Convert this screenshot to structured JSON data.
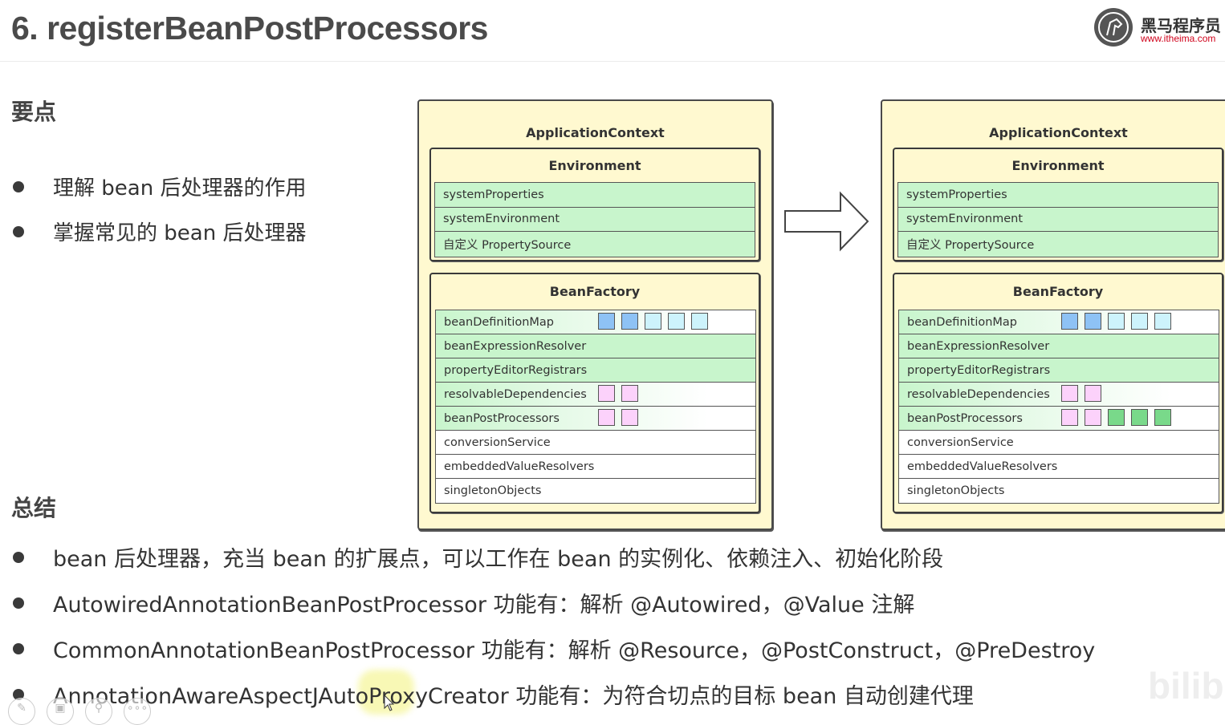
{
  "header": {
    "title": "6. registerBeanPostProcessors",
    "logo": {
      "icon": "horse-head-icon",
      "name_cn": "黑马程序员",
      "url_text": "www.itheima.com"
    }
  },
  "key_points": {
    "heading": "要点",
    "items": [
      "理解 bean 后处理器的作用",
      "掌握常见的 bean 后处理器"
    ]
  },
  "summary": {
    "heading": "总结",
    "items": [
      "bean 后处理器，充当 bean 的扩展点，可以工作在 bean 的实例化、依赖注入、初始化阶段",
      "AutowiredAnnotationBeanPostProcessor 功能有：解析 @Autowired，@Value 注解",
      "CommonAnnotationBeanPostProcessor 功能有：解析 @Resource，@PostConstruct，@PreDestroy",
      "AnnotationAwareAspectJAutoProxyCreator 功能有：为符合切点的目标 bean 自动创建代理"
    ]
  },
  "diagram": {
    "arrow_icon": "right-arrow-icon",
    "colors": {
      "context_bg": "#fff9d0",
      "row_green": "#c8f5cc",
      "blue": "#8ec2f5",
      "light_blue": "#cdf3fc",
      "pink": "#fcd2fb",
      "green": "#79d98a"
    },
    "before": {
      "title": "ApplicationContext",
      "environment": {
        "title": "Environment",
        "rows": [
          "systemProperties",
          "systemEnvironment",
          "自定义 PropertySource"
        ]
      },
      "bean_factory": {
        "title": "BeanFactory",
        "rows": [
          {
            "label": "beanDefinitionMap",
            "style": "fade",
            "boxes": [
              "blue",
              "blue",
              "lightblue",
              "lightblue",
              "lightblue"
            ]
          },
          {
            "label": "beanExpressionResolver",
            "style": "green",
            "boxes": []
          },
          {
            "label": "propertyEditorRegistrars",
            "style": "green",
            "boxes": []
          },
          {
            "label": "resolvableDependencies",
            "style": "fade",
            "boxes": [
              "pink",
              "pink"
            ]
          },
          {
            "label": "beanPostProcessors",
            "style": "fade",
            "boxes": [
              "pink",
              "pink"
            ]
          },
          {
            "label": "conversionService",
            "style": "white",
            "boxes": []
          },
          {
            "label": "embeddedValueResolvers",
            "style": "white",
            "boxes": []
          },
          {
            "label": "singletonObjects",
            "style": "white",
            "boxes": []
          }
        ]
      }
    },
    "after": {
      "title": "ApplicationContext",
      "environment": {
        "title": "Environment",
        "rows": [
          "systemProperties",
          "systemEnvironment",
          "自定义 PropertySource"
        ]
      },
      "bean_factory": {
        "title": "BeanFactory",
        "rows": [
          {
            "label": "beanDefinitionMap",
            "style": "fade",
            "boxes": [
              "blue",
              "blue",
              "lightblue",
              "lightblue",
              "lightblue"
            ]
          },
          {
            "label": "beanExpressionResolver",
            "style": "green",
            "boxes": []
          },
          {
            "label": "propertyEditorRegistrars",
            "style": "green",
            "boxes": []
          },
          {
            "label": "resolvableDependencies",
            "style": "fade",
            "boxes": [
              "pink",
              "pink"
            ]
          },
          {
            "label": "beanPostProcessors",
            "style": "fade",
            "boxes": [
              "pink",
              "pink",
              "green",
              "green",
              "green"
            ]
          },
          {
            "label": "conversionService",
            "style": "white",
            "boxes": []
          },
          {
            "label": "embeddedValueResolvers",
            "style": "white",
            "boxes": []
          },
          {
            "label": "singletonObjects",
            "style": "white",
            "boxes": []
          }
        ]
      }
    }
  },
  "overlay": {
    "toolbar": [
      {
        "icon": "pen-icon",
        "glyph": "✎"
      },
      {
        "icon": "screen-icon",
        "glyph": "▣"
      },
      {
        "icon": "magnifier-icon",
        "glyph": "⚲"
      },
      {
        "icon": "more-icon",
        "glyph": "∘∘∘"
      }
    ],
    "watermark": "bilibili"
  }
}
